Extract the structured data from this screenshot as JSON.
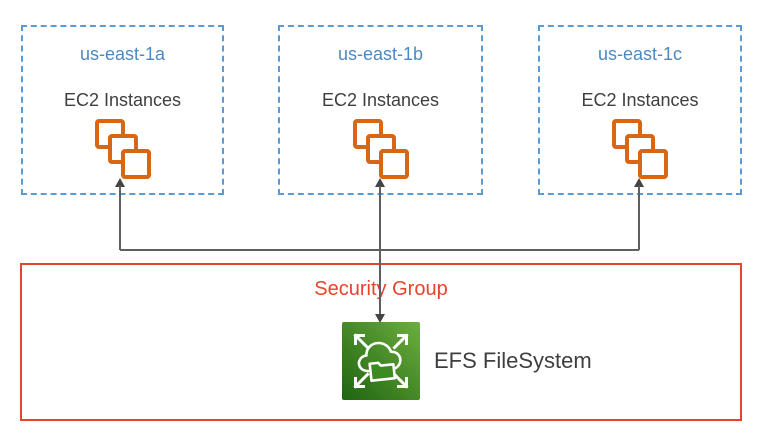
{
  "zones": [
    {
      "region": "us-east-1a",
      "service": "EC2 Instances"
    },
    {
      "region": "us-east-1b",
      "service": "EC2 Instances"
    },
    {
      "region": "us-east-1c",
      "service": "EC2 Instances"
    }
  ],
  "security_group": {
    "label": "Security Group"
  },
  "efs": {
    "label": "EFS FileSystem"
  },
  "colors": {
    "az_border": "#5B9BD5",
    "az_title": "#4A89C4",
    "text": "#3F3F3F",
    "ec2_orange": "#D86613",
    "sg_red": "#E8432C",
    "connector": "#5F5F5F",
    "arrowhead": "#444444",
    "efs_green_light": "#6CAE3E",
    "efs_green_dark": "#1F6410",
    "efs_fill": "#3D8B1F"
  }
}
